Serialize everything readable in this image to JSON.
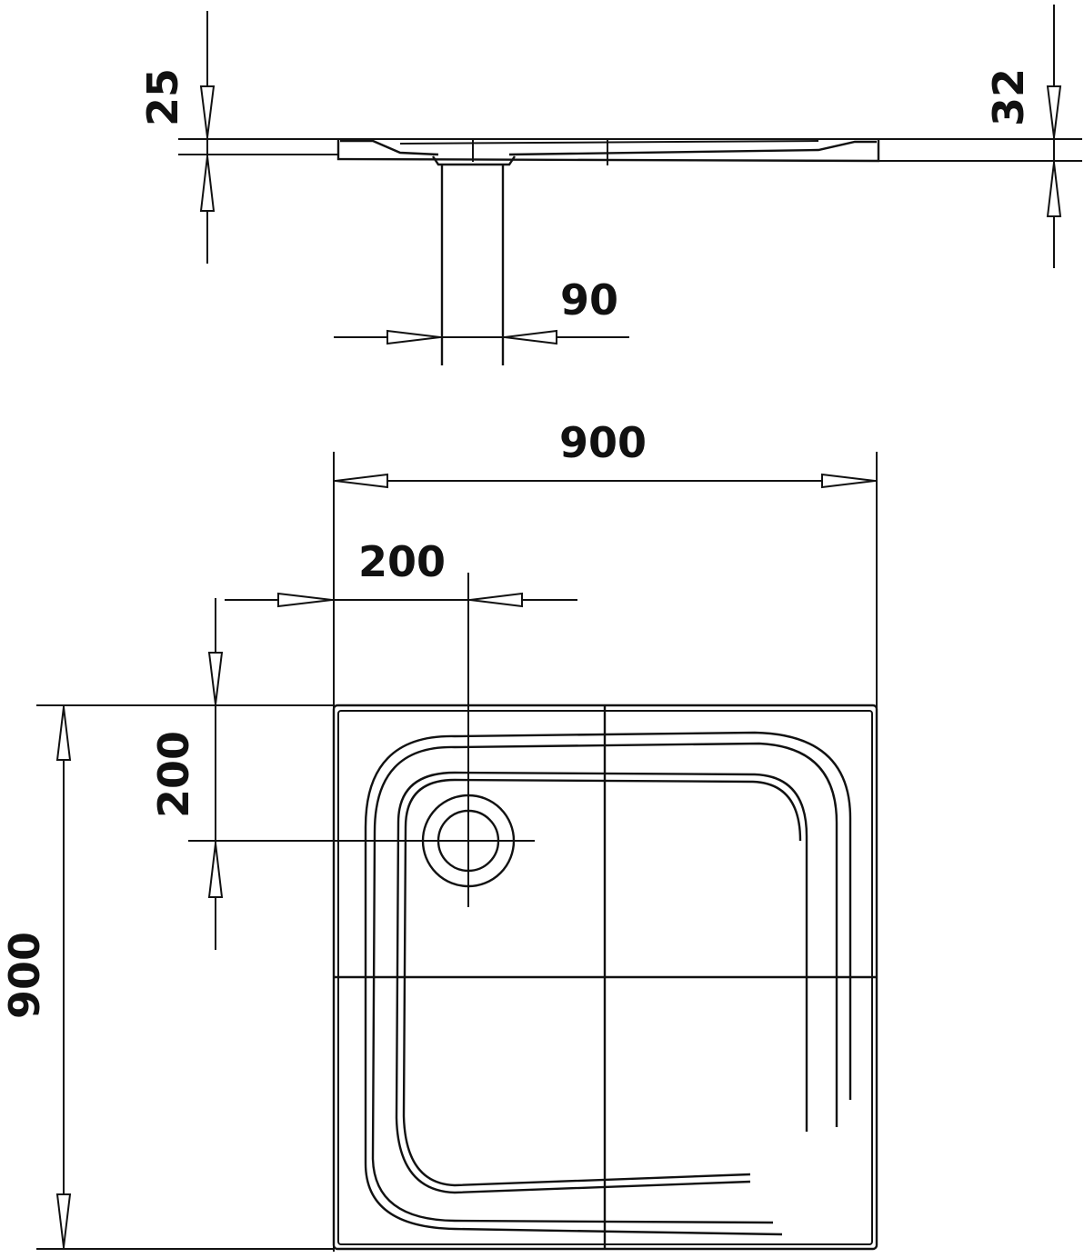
{
  "dimensions": {
    "top_thickness": "25",
    "top_thickness_right": "32",
    "drain_diameter": "90",
    "width": "900",
    "height": "900",
    "drain_offset_x": "200",
    "drain_offset_y": "200"
  }
}
